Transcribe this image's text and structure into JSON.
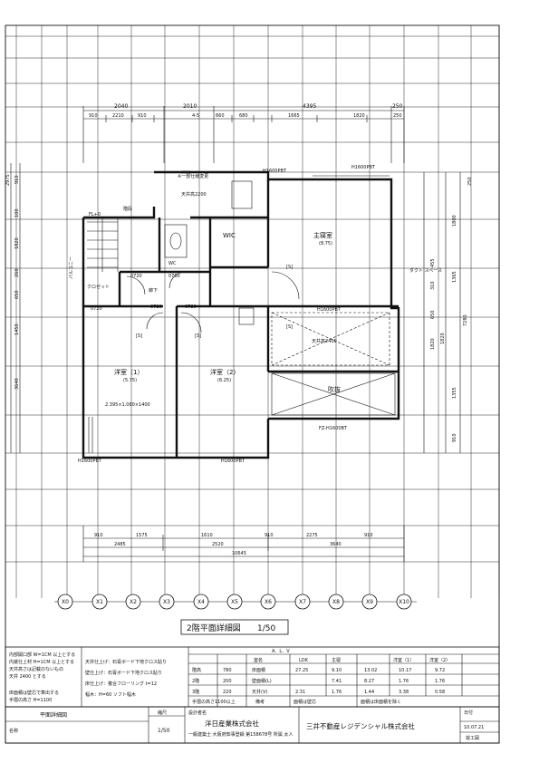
{
  "drawing": {
    "title": "2階平面詳細図",
    "scale": "1/50"
  },
  "dims": {
    "top_row1": [
      "2040",
      "2010",
      "4395",
      "250"
    ],
    "top_row2": [
      "910",
      "2210",
      "910",
      "4-5",
      "660",
      "680",
      "1665",
      "1820",
      "250"
    ],
    "bottom_row1": [
      "910",
      "1575",
      "1610",
      "910",
      "2275",
      "910"
    ],
    "bottom_row2": [
      "2485",
      "2520",
      "3640"
    ],
    "bottom_total": "10645",
    "left": [
      "2975",
      "910",
      "100",
      "1820",
      "260",
      "650",
      "1450",
      "3640"
    ],
    "right": [
      "250",
      "1800",
      "455",
      "310",
      "1365",
      "650",
      "1820",
      "7280",
      "1820",
      "1355",
      "910"
    ]
  },
  "grid_labels": [
    "X0",
    "X1",
    "X2",
    "X3",
    "X4",
    "X5",
    "X6",
    "X7",
    "X8",
    "X9",
    "X10"
  ],
  "rooms": {
    "bed1": "洋室（1）",
    "bed1_area": "(5.75)",
    "bed2": "洋室（2）",
    "bed2_area": "(6.25)",
    "main": "主寝室",
    "main_area": "(8.75)",
    "wic": "WIC",
    "closet": "クロゼット",
    "hall": "廊下",
    "void": "吹抜",
    "toilet": "WC",
    "chute": "ダクト スペース",
    "s1": "[S]",
    "s2": "[S]",
    "s3": "[S]",
    "s4": "[S]"
  },
  "notes": {
    "header_note": "※一部仕様変更",
    "ceiling1": "天井高2400",
    "ceiling2": "天井高2200",
    "beam1": "H1600PBT",
    "beam2": "H1600PBT",
    "beam3": "FZ-H1600BT",
    "beam4": "H1600PBT",
    "beam5": "H1600PBT",
    "win1": "2.395×1.080×1400",
    "door1": "0720",
    "door2": "0720",
    "door3": "0720",
    "door4": "0760",
    "door5": "0720",
    "fl": "FL+0",
    "stair": "階段",
    "balcony": "バルコニー"
  },
  "legend": {
    "left": [
      "内部開口部 W=1CM 以上とする",
      "内装仕上材 H=1CM 以上とする",
      "天井高さは記載のないもの",
      "天井 2400 とする",
      "",
      "",
      "床面積は壁芯で算出する",
      "手摺の高さ H=1100"
    ],
    "mid": [
      "天井仕上げ：石膏ボード下地クロス貼り",
      "壁仕上げ：石膏ボード下地クロス貼り",
      "床仕上げ：複合フローリング t=12",
      "幅木：H=60 ソフト幅木"
    ]
  },
  "area_table": {
    "header": "A．L．V",
    "cols": [
      "",
      "",
      "室名",
      "LDK",
      "主寝",
      "洋室（1）",
      "洋室（2）"
    ],
    "rows": [
      [
        "階高",
        "780",
        "床面積",
        "27.25",
        "9.10",
        "13.02",
        "10.17",
        "9.72"
      ],
      [
        "2階",
        "200",
        "壁面積(L)",
        "",
        "7.41",
        "8.27",
        "1.76",
        "1.76"
      ],
      [
        "3階",
        "220",
        "天井(V)",
        "2.31",
        "1.76",
        "1.44",
        "3.38",
        "0.58"
      ]
    ],
    "footer_left": "手摺の高さ1100以上",
    "footer_mid": "備考",
    "footer_right1": "面積は壁芯",
    "footer_right2": "面積は床面積を除く"
  },
  "title_block": {
    "drawing_name": "平面詳細図",
    "scale_label": "縮尺",
    "scale_value": "1/50",
    "designer_label": "設計者名",
    "designer": "洋日産業株式会社",
    "designer_address": "一級建築士 大阪府知事登録 第158678号 所属 太人",
    "client": "三井不動産レジデンシャル株式会社",
    "date_label": "日付",
    "date": "10.07.21",
    "stage": "竣工図",
    "bottom_left": "名称"
  }
}
